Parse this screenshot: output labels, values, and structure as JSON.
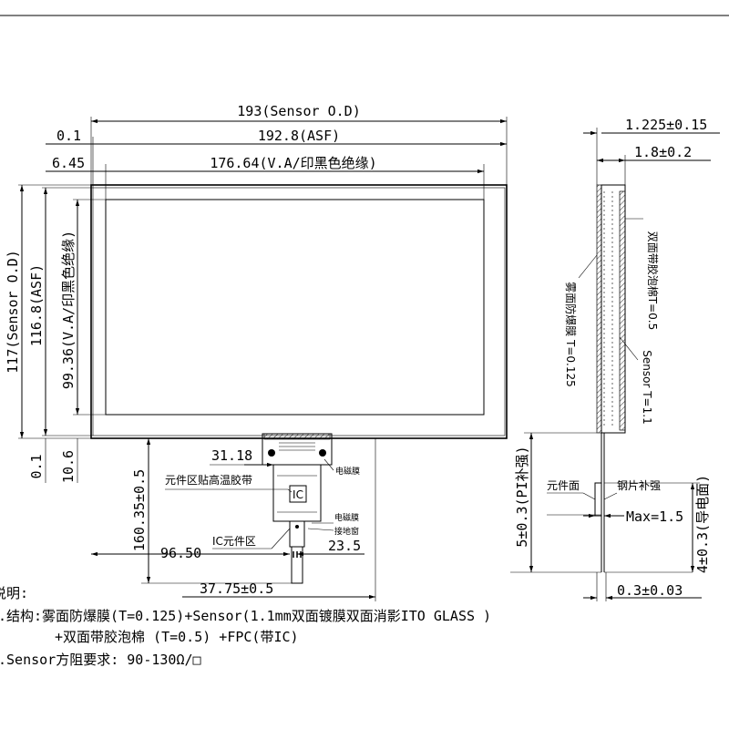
{
  "front": {
    "dim_sensor_od_w": "193(Sensor O.D)",
    "dim_asf_left": "0.1",
    "dim_asf_w": "192.8(ASF)",
    "dim_va_left": "6.45",
    "dim_va_w": "176.64(V.A/印黑色绝缘)",
    "dim_sensor_od_h": "117(Sensor O.D)",
    "dim_asf_h": "116.8(ASF)",
    "dim_va_h": "99.36(V.A/印黑色绝缘)",
    "dim_bottom_01": "0.1",
    "dim_bottom_106": "10.6",
    "dim_fpc_len": "160.35±0.5",
    "dim_3118": "31.18",
    "dim_9650": "96.50",
    "dim_235": "23.5",
    "dim_3775": "37.75±0.5",
    "label_hitemp_tape": "元件区贴高温胶带",
    "label_ic": "IC",
    "label_ic_area": "IC元件区",
    "label_emi_film": "电磁膜",
    "label_emi_film_2": "电磁膜",
    "label_ground_window": "接地窗"
  },
  "side": {
    "dim_1225": "1.225±0.15",
    "dim_18": "1.8±0.2",
    "label_foam_tape": "双面带胶泡棉T=0.5",
    "label_antiexplosion": "雾面防爆膜 T=0.125",
    "label_sensor": "Sensor T=1.1",
    "dim_pi_stiff": "5±0.3(PI补强)",
    "label_component_side": "元件面",
    "label_steel_stiff": "钢片补强",
    "dim_max": "Max=1.5",
    "dim_conductive": "4±0.3(导电面)",
    "dim_003": "0.3±0.03"
  },
  "notes": {
    "heading": "说明:",
    "line1": ".结构:雾面防爆膜(T=0.125)+Sensor(1.1mm双面镀膜双面消影ITO GLASS )",
    "line2": "+双面带胶泡棉 (T=0.5) +FPC(带IC)",
    "line3": ".Sensor方阻要求: 90-130Ω/□"
  }
}
